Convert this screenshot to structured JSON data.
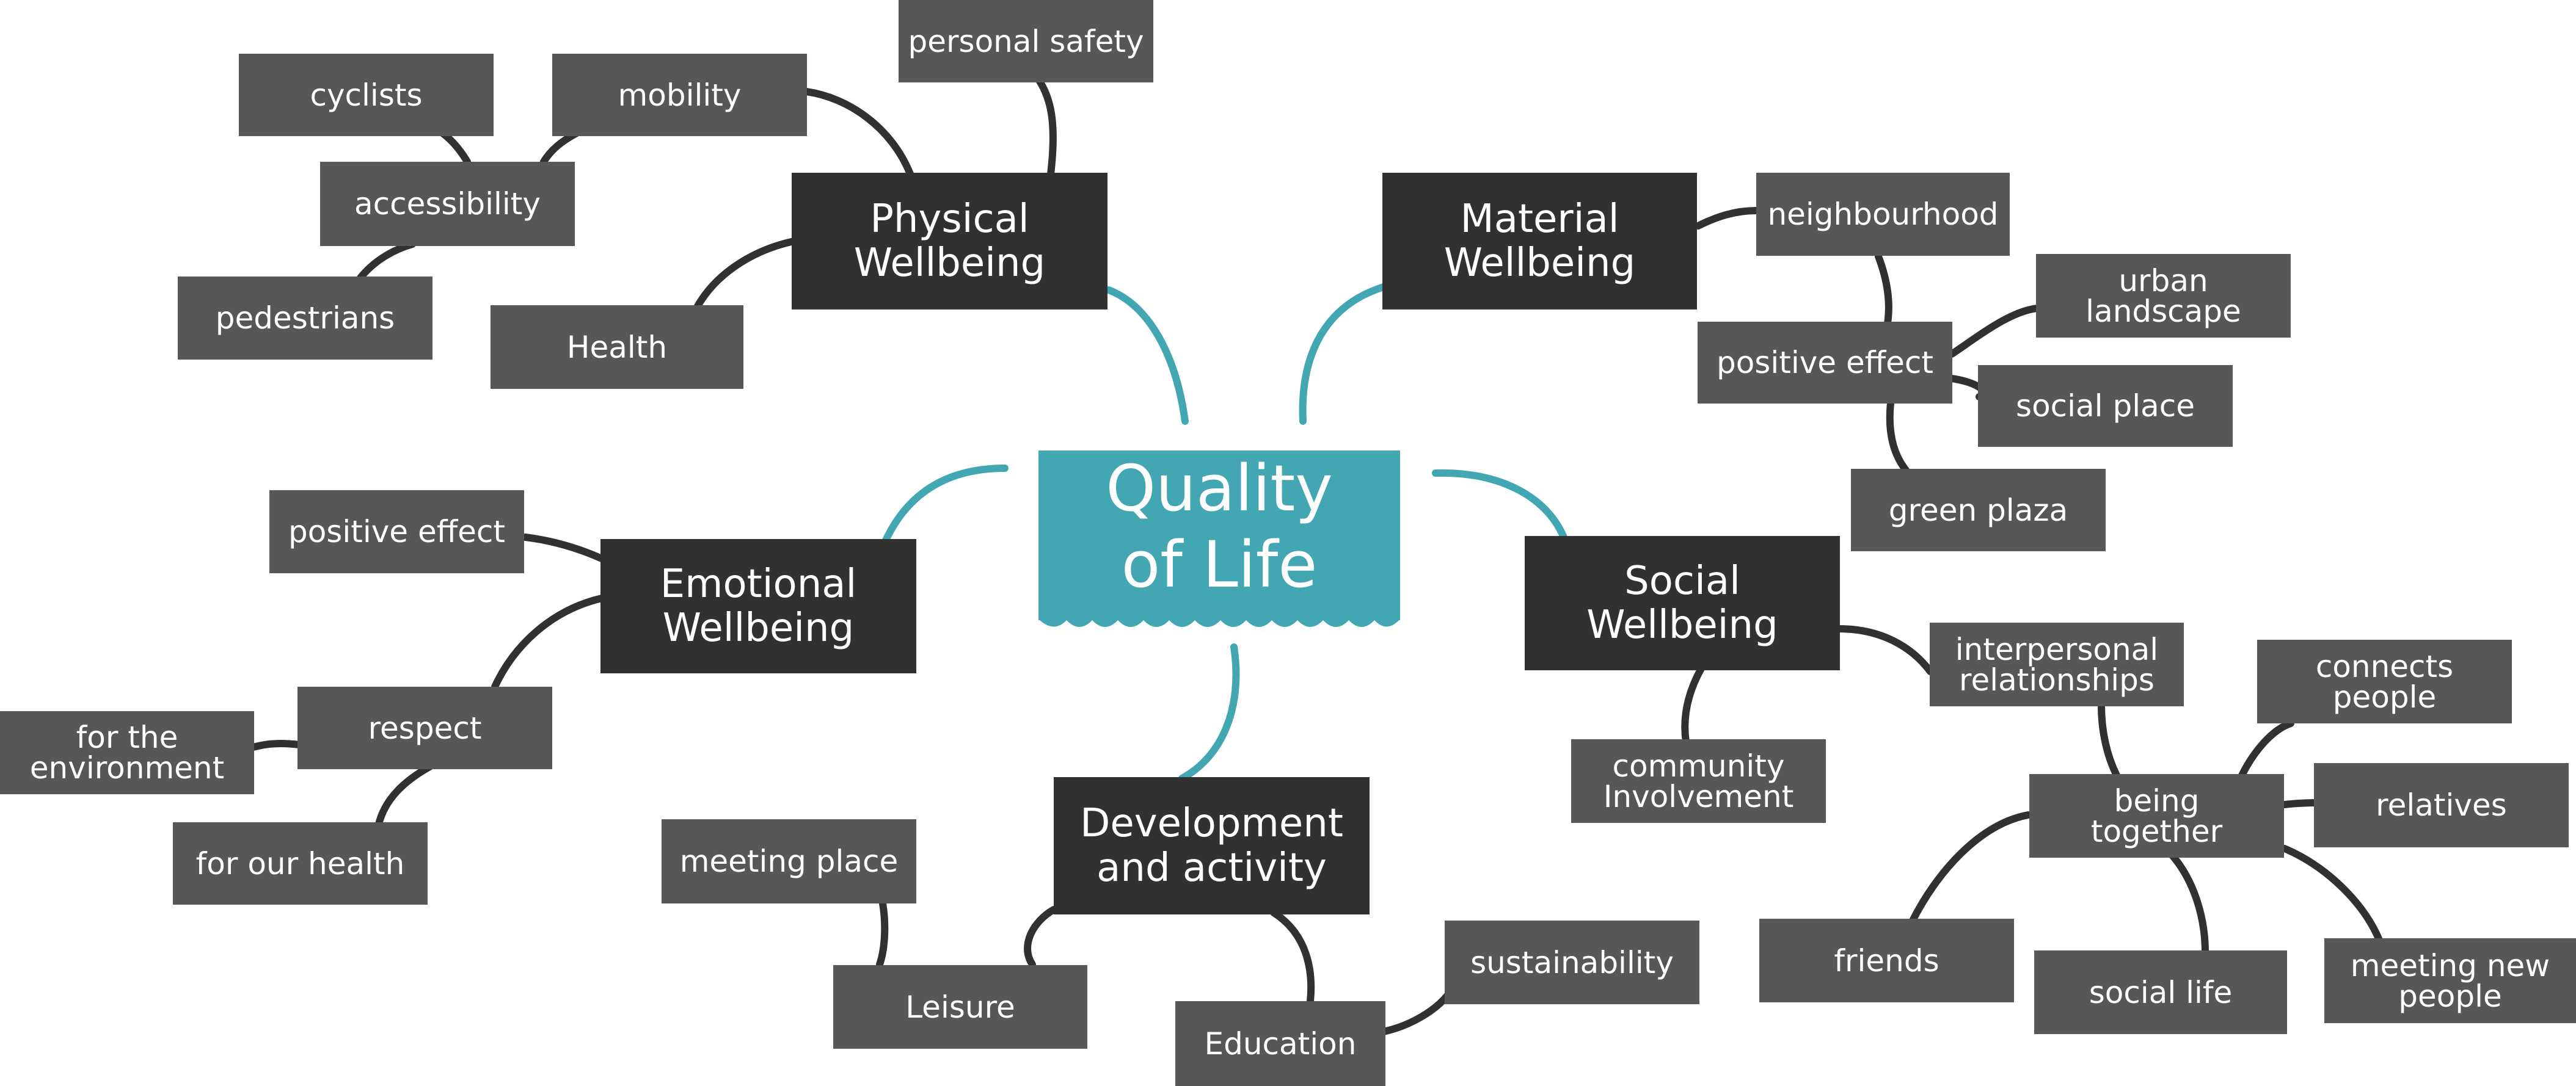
{
  "center": {
    "label": "Quality\nof Life"
  },
  "colors": {
    "center": "#43a7b3",
    "main": "#313131",
    "leaf": "#585758",
    "connector": "#313131"
  },
  "branches": {
    "physical": {
      "label": "Physical\nWellbeing",
      "children": {
        "personal_safety": "personal safety",
        "mobility": "mobility",
        "cyclists": "cyclists",
        "accessibility": "accessibility",
        "pedestrians": "pedestrians",
        "health": "Health"
      }
    },
    "material": {
      "label": "Material\nWellbeing",
      "children": {
        "neighbourhood": "neighbourhood",
        "positive_effect": "positive effect",
        "urban_landscape": "urban\nlandscape",
        "social_place": "social place",
        "green_plaza": "green plaza"
      }
    },
    "emotional": {
      "label": "Emotional\nWellbeing",
      "children": {
        "positive_effect": "positive effect",
        "respect": "respect",
        "for_the_environment": "for the\nenvironment",
        "for_our_health": "for our health"
      }
    },
    "social": {
      "label": "Social Wellbeing",
      "children": {
        "interpersonal_relationships": "interpersonal\nrelationships",
        "community_involvement": "community\nInvolvement",
        "connects_people": "connects\npeople",
        "being_together": "being\ntogether",
        "relatives": "relatives",
        "friends": "friends",
        "social_life": "social life",
        "meeting_new_people": "meeting new\npeople"
      }
    },
    "development": {
      "label": "Development\nand activity",
      "children": {
        "meeting_place": "meeting place",
        "leisure": "Leisure",
        "education": "Education",
        "sustainability": "sustainability"
      }
    }
  }
}
